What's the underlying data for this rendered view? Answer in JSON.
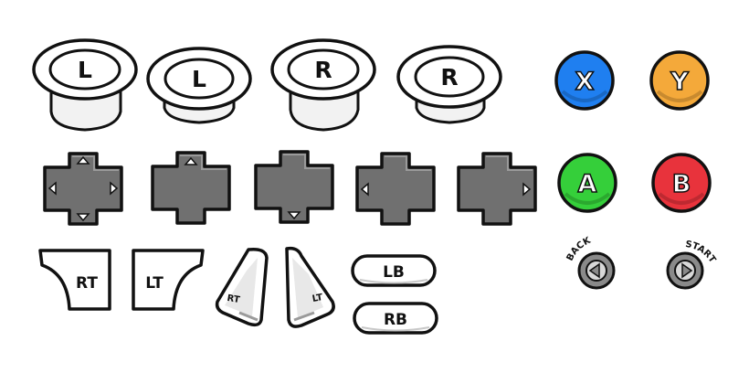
{
  "sticks": [
    {
      "label": "L",
      "pressed": false
    },
    {
      "label": "L",
      "pressed": true
    },
    {
      "label": "R",
      "pressed": false
    },
    {
      "label": "R",
      "pressed": true
    }
  ],
  "dpads": [
    {
      "arrows": [
        "up",
        "down",
        "left",
        "right"
      ]
    },
    {
      "arrows": [
        "up"
      ]
    },
    {
      "arrows": [
        "down"
      ]
    },
    {
      "arrows": [
        "left"
      ]
    },
    {
      "arrows": [
        "right"
      ]
    }
  ],
  "triggers": {
    "rt_label": "RT",
    "lt_label": "LT",
    "rt_side_label": "RT",
    "lt_side_label": "LT"
  },
  "bumpers": {
    "lb_label": "LB",
    "rb_label": "RB"
  },
  "face_buttons": [
    {
      "label": "X",
      "color": "#1f7ff0"
    },
    {
      "label": "Y",
      "color": "#f4a93a"
    },
    {
      "label": "A",
      "color": "#35cf3a"
    },
    {
      "label": "B",
      "color": "#e8333c"
    }
  ],
  "menu_buttons": {
    "back_label": "BACK",
    "start_label": "START"
  },
  "colors": {
    "outline": "#111111",
    "dpad_fill": "#707070",
    "menu_fill": "#8a8a8a"
  }
}
